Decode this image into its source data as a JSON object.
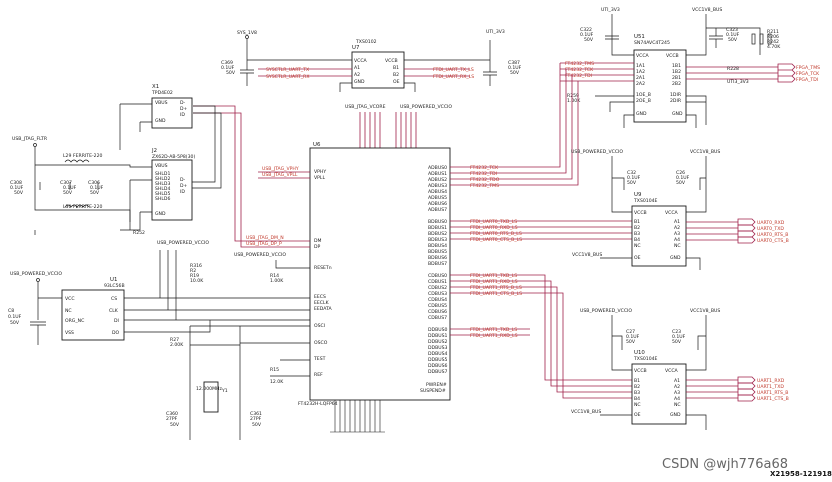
{
  "components": {
    "u7": {
      "ref": "U7",
      "part": "TXS0102",
      "pins_left": [
        "VCCA",
        "A1",
        "A2",
        "GND"
      ],
      "pins_right": [
        "VCCB",
        "B1",
        "B2",
        "OE"
      ]
    },
    "u6": {
      "ref": "U6",
      "part": "FT4232H-LQFP64",
      "left_pins": [
        "VPHY",
        "VPLL",
        "DM",
        "DP",
        "RESETn",
        "EECS",
        "EECLK",
        "EEDATA",
        "OSCI",
        "OSCO",
        "TEST",
        "REF"
      ],
      "adbus": [
        "ADBUS0",
        "ADBUS1",
        "ADBUS2",
        "ADBUS3",
        "ADBUS4",
        "ADBUS5",
        "ADBUS6",
        "ADBUS7"
      ],
      "bdbus": [
        "BDBUS0",
        "BDBUS1",
        "BDBUS2",
        "BDBUS3",
        "BDBUS4",
        "BDBUS5",
        "BDBUS6",
        "BDBUS7"
      ],
      "cdbus": [
        "CDBUS0",
        "CDBUS1",
        "CDBUS2",
        "CDBUS3",
        "CDBUS4",
        "CDBUS5",
        "CDBUS6",
        "CDBUS7"
      ],
      "ddbus": [
        "DDBUS0",
        "DDBUS1",
        "DDBUS2",
        "DDBUS3",
        "DDBUS4",
        "DDBUS5",
        "DDBUS6",
        "DDBUS7"
      ],
      "bottom": [
        "PWREN#",
        "SUSPEND#"
      ]
    },
    "u51": {
      "ref": "U51",
      "part": "SN74AVC4T245",
      "pins_left": [
        "VCCA",
        "1A1",
        "1A2",
        "2A1",
        "2A2",
        "1OE_B",
        "2OE_B",
        "GND"
      ],
      "pins_right": [
        "VCCB",
        "1B1",
        "1B2",
        "2B1",
        "2B2",
        "1DIR",
        "2DIR",
        "GND"
      ]
    },
    "u9": {
      "ref": "U9",
      "part": "TXS0104E",
      "pins_left": [
        "VCCB",
        "B1",
        "B2",
        "B3",
        "B4",
        "NC",
        "OE"
      ],
      "pins_right": [
        "VCCA",
        "A1",
        "A2",
        "A3",
        "A4",
        "NC",
        "GND"
      ]
    },
    "u10": {
      "ref": "U10",
      "part": "TXS0104E",
      "pins_left": [
        "VCCB",
        "B1",
        "B2",
        "B3",
        "B4",
        "NC",
        "OE"
      ],
      "pins_right": [
        "VCCA",
        "A1",
        "A2",
        "A3",
        "A4",
        "NC",
        "GND"
      ]
    },
    "u1": {
      "ref": "U1",
      "part": "93LC56B",
      "pins_left": [
        "VCC",
        "NC",
        "ORG_NC",
        "VSS"
      ],
      "pins_right": [
        "CS",
        "CLK",
        "DI",
        "DO"
      ]
    },
    "x1": {
      "ref": "X1",
      "part": "TPD4E02",
      "pins": [
        "VBUS",
        "D-",
        "D+",
        "ID",
        "GND"
      ]
    },
    "j2": {
      "ref": "J2",
      "part": "ZX62D-AB-5P8(30)",
      "pins": [
        "VBUS",
        "D-",
        "D+",
        "ID",
        "GND",
        "SHLD1",
        "SHLD2",
        "SHLD3",
        "SHLD4",
        "SHLD5",
        "SHLD6"
      ]
    }
  },
  "nets": {
    "sys_1v8": "SYS_1V8",
    "uti_3v3": "UTI_3V3",
    "uti3v3": "UTI3_3V3",
    "vcc1v8_bus": "VCC1V8_BUS",
    "usb_jtag_vcore": "USB_JTAG_VCORE",
    "usb_powered_vcc": "USB_POWERED_VCCIO",
    "usb_powered_vccio2": "USB_POWERED_VCCIO",
    "usb_jtag_fltr": "USB_JTAG_FLTR",
    "usb_powered_vcc_left": "USB_POWERED_VCCIO",
    "usb_jtag_vphy": "USB_JTAG_VPHY",
    "usb_jtag_vpll": "USB_JTAG_VPLL",
    "usb_jtag_dm": "USB_JTAG_DM_N",
    "usb_jtag_dp": "USB_JTAG_DP_P",
    "sysctlr_tx": "SYSCTLR_UART_TX",
    "sysctlr_rx": "SYSCTLR_UART_RX",
    "ftdi_uart_tx": "FTDI_UART_TX_LS",
    "ftdi_uart_rx": "FTDI_UART_RX_LS",
    "ft_tck": "FT4232_TCK",
    "ft_tdi": "FT4232_TDI",
    "ft_tdo": "FT4232_TDO",
    "ft_tms": "FT4232_TMS",
    "fpga_tms": "FPGA_TMS",
    "fpga_tck": "FPGA_TCK",
    "fpga_tdi": "FPGA_TDI",
    "bd_names": [
      "FTDI_UART0_TXD_LS",
      "FTDI_UART0_RXD_LS",
      "FTDI_UART0_RTS_B_LS",
      "FTDI_UART0_CTS_B_LS"
    ],
    "cd_names": [
      "FTDI_UART1_TXD_LS",
      "FTDI_UART1_RXD_LS",
      "FTDI_UART1_RTS_B_LS",
      "FTDI_UART1_CTS_B_LS"
    ],
    "dd_names": [
      "FTDI_UART1_TXD_LS",
      "FTDI_UART1_RXD_LS"
    ],
    "uart0_out": [
      "UART0_RXD",
      "UART0_TXD",
      "UART0_RTS_B",
      "UART0_CTS_B"
    ],
    "uart1_out": [
      "UART1_RXD",
      "UART1_TXD",
      "UART1_RTS_B",
      "UART1_CTS_B"
    ]
  },
  "passives": {
    "c369": [
      "C369",
      "0.1UF",
      "50V"
    ],
    "c387": [
      "C387",
      "0.1UF",
      "50V"
    ],
    "c322": [
      "C322",
      "0.1UF",
      "50V"
    ],
    "c323": [
      "C323",
      "0.1UF",
      "50V"
    ],
    "c308": [
      "C308",
      "0.1UF",
      "50V"
    ],
    "c307": [
      "C307",
      "0.1UF",
      "50V"
    ],
    "c306": [
      "C306",
      "0.1UF",
      "50V"
    ],
    "c32": [
      "C32",
      "0.1UF",
      "50V"
    ],
    "c26": [
      "C26",
      "0.1UF",
      "50V"
    ],
    "c27": [
      "C27",
      "0.1UF",
      "50V"
    ],
    "c23": [
      "C23",
      "0.1UF",
      "50V"
    ],
    "c8": [
      "C8",
      "0.1UF",
      "50V"
    ],
    "c360": [
      "C360",
      "27PF",
      "50V"
    ],
    "c361": [
      "C361",
      "27PF",
      "50V"
    ],
    "r211": "R211",
    "r206": "R206",
    "r242": "R242",
    "r242v": "4.70K",
    "r228": "R228",
    "r259": "R259",
    "r259v": "1.00K",
    "r252": "R252",
    "r316": "R316",
    "r2": "R2",
    "r19": "R19",
    "r19v": "10.0K",
    "r27": "R27",
    "r27v": "2.00K",
    "r14": "R14",
    "r14v": "1.00K",
    "r15": "R15",
    "r15v": "12.0K",
    "l29": "L29",
    "l29v": "FERRITE-220",
    "l30": "L30",
    "l30v": "FERRITE-220",
    "y1": "Y1",
    "y1v": "12.000MHz"
  },
  "labels": {
    "watermark": "CSDN @wjh776a68",
    "image_id": "X21958-121918"
  }
}
